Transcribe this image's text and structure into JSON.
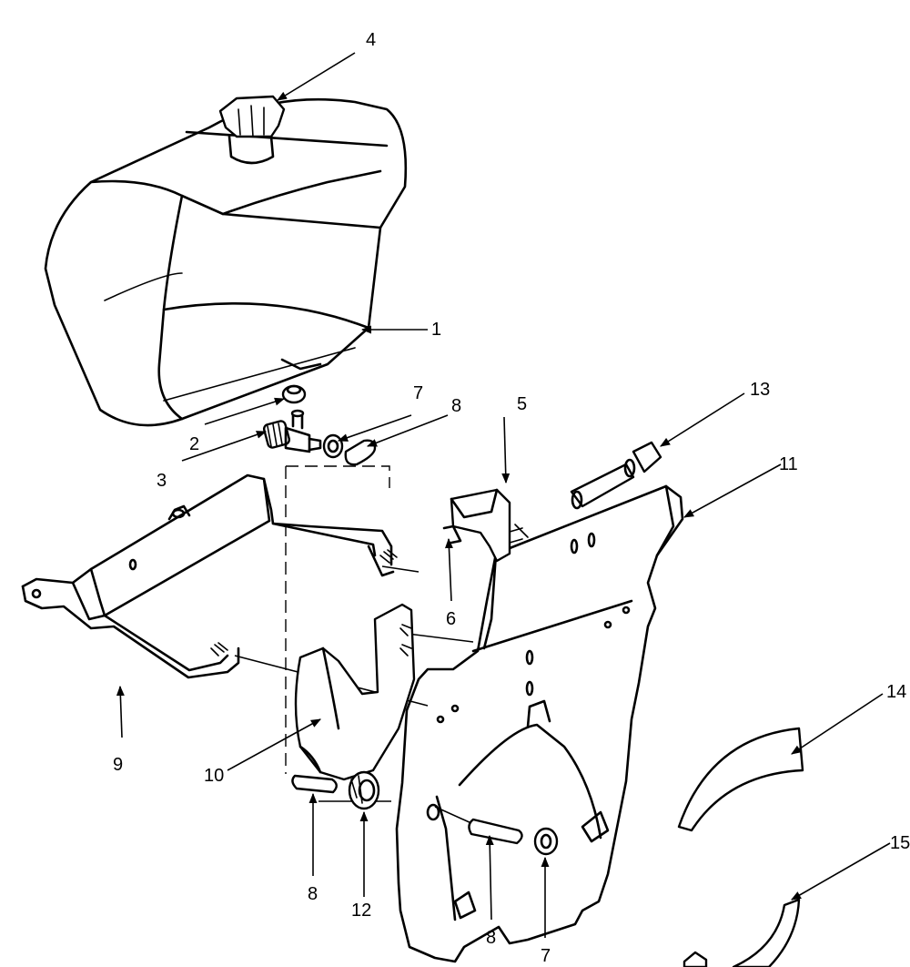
{
  "callouts": {
    "c1": "1",
    "c2": "2",
    "c3": "3",
    "c4": "4",
    "c5": "5",
    "c6": "6",
    "c7a": "7",
    "c7b": "7",
    "c8a": "8",
    "c8b": "8",
    "c8c": "8",
    "c9": "9",
    "c10": "10",
    "c11": "11",
    "c12": "12",
    "c13": "13",
    "c14": "14",
    "c15": "15"
  }
}
